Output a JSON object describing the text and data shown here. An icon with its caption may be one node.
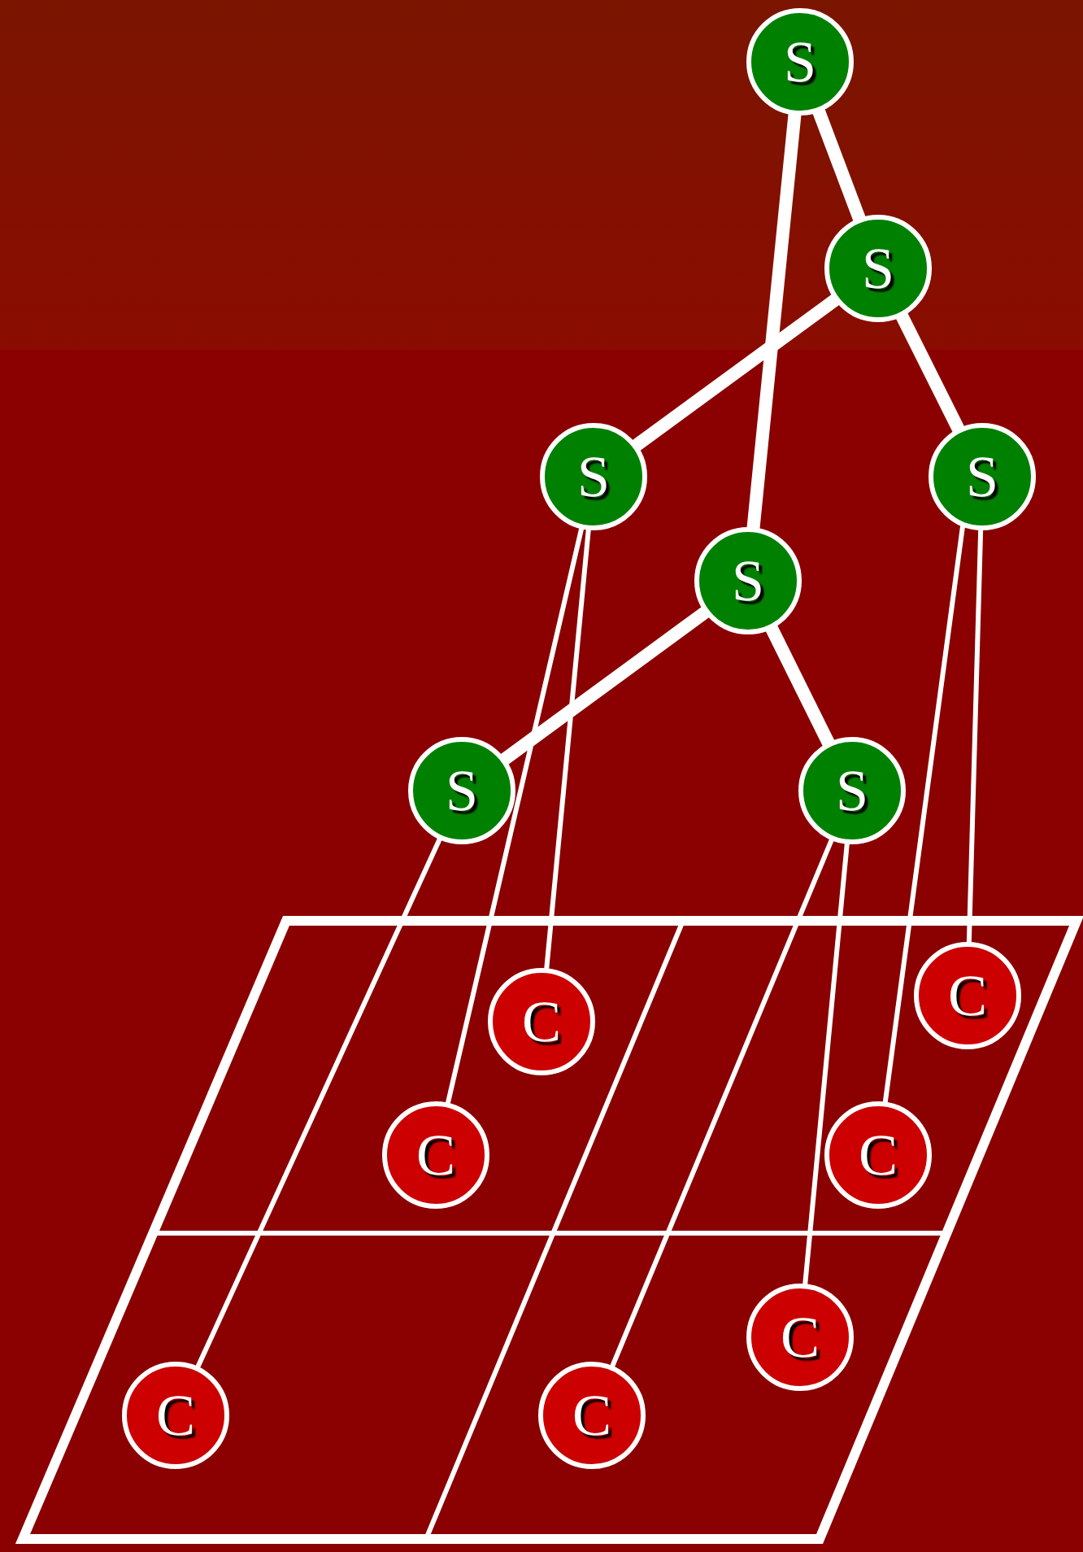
{
  "diagram": {
    "nodes": [
      {
        "text": [
          "S"
        ]
      },
      {
        "text": [
          "S"
        ]
      },
      {
        "text": [
          "S"
        ]
      },
      {
        "text": [
          "S"
        ]
      },
      {
        "text": [
          "S"
        ]
      },
      {
        "text": [
          "S"
        ]
      },
      {
        "text": [
          "S"
        ]
      },
      {
        "text": [
          "C"
        ]
      },
      {
        "text": [
          "C"
        ]
      },
      {
        "text": [
          "C"
        ]
      },
      {
        "text": [
          "C"
        ]
      },
      {
        "text": [
          "C"
        ]
      },
      {
        "text": [
          "C"
        ]
      },
      {
        "text": [
          "C"
        ]
      }
    ],
    "edges": [
      {
        "from": 0,
        "to": 1,
        "arrow": "none",
        "style": "thick"
      },
      {
        "from": 0,
        "to": 4,
        "arrow": "none",
        "style": "thick"
      },
      {
        "from": 1,
        "to": 2,
        "arrow": "none",
        "style": "thick"
      },
      {
        "from": 1,
        "to": 3,
        "arrow": "none",
        "style": "thick"
      },
      {
        "from": 4,
        "to": 5,
        "arrow": "none",
        "style": "thick"
      },
      {
        "from": 4,
        "to": 6,
        "arrow": "none",
        "style": "thick"
      },
      {
        "from": 2,
        "to": 8,
        "arrow": "none"
      },
      {
        "from": 2,
        "to": 9,
        "arrow": "none"
      },
      {
        "from": 3,
        "to": 7,
        "arrow": "none"
      },
      {
        "from": 3,
        "to": 10,
        "arrow": "none"
      },
      {
        "from": 5,
        "to": 12,
        "arrow": "none"
      },
      {
        "from": 6,
        "to": 13,
        "arrow": "none"
      },
      {
        "from": 6,
        "to": 11,
        "arrow": "none"
      }
    ]
  }
}
